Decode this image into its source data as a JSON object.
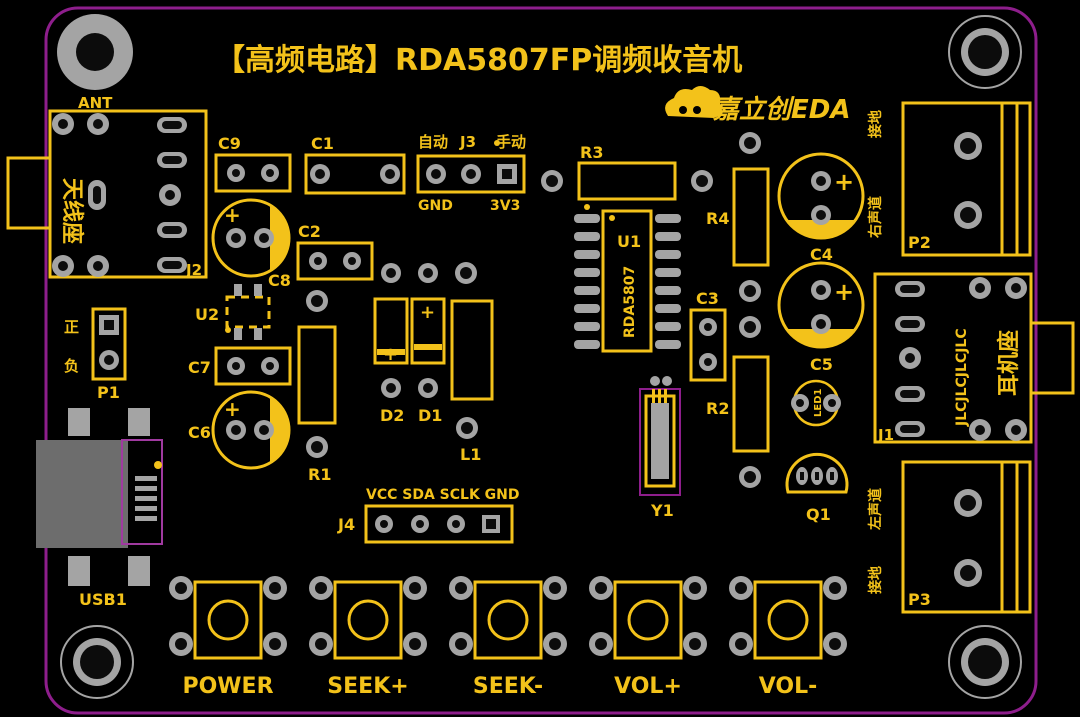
{
  "board": {
    "title": "【高频电路】RDA5807FP调频收音机",
    "logo_text": "嘉立创EDA",
    "colors": {
      "board": "#000000",
      "outline": "#8e1e8c",
      "silkscreen": "#f3c21a",
      "pad": "#a4a4a4",
      "hole": "#0c0c0c",
      "usb_body": "#6d6d6d"
    }
  },
  "labels": {
    "ant": "ANT",
    "antenna_socket": "天线座",
    "j2": "J2",
    "p1": "P1",
    "p1_pos": "正",
    "p1_neg": "负",
    "u2": "U2",
    "usb1": "USB1",
    "c1": "C1",
    "c2": "C2",
    "c3": "C3",
    "c4": "C4",
    "c5": "C5",
    "c6": "C6",
    "c7": "C7",
    "c8": "C8",
    "c9": "C9",
    "r1": "R1",
    "r2": "R2",
    "r3": "R3",
    "r4": "R4",
    "d1": "D1",
    "d2": "D2",
    "l1": "L1",
    "j3": "J3",
    "j3_auto": "自动",
    "j3_manual": "手动",
    "j3_gnd": "GND",
    "j3_3v3": "3V3",
    "u1": "U1",
    "u1_part": "RDA5807",
    "y1": "Y1",
    "led1": "LED1",
    "q1": "Q1",
    "j4": "J4",
    "j4_pins": "VCC SDA SCLK GND",
    "p2": "P2",
    "p2_ground": "接地",
    "p2_right": "右声道",
    "p3": "P3",
    "p3_left": "左声道",
    "p3_ground": "接地",
    "j1": "J1",
    "earphone_socket": "耳机座",
    "j1_text": "JLCJLCJLCJLC"
  },
  "buttons": [
    {
      "label": "POWER"
    },
    {
      "label": "SEEK+"
    },
    {
      "label": "SEEK-"
    },
    {
      "label": "VOL+"
    },
    {
      "label": "VOL-"
    }
  ]
}
